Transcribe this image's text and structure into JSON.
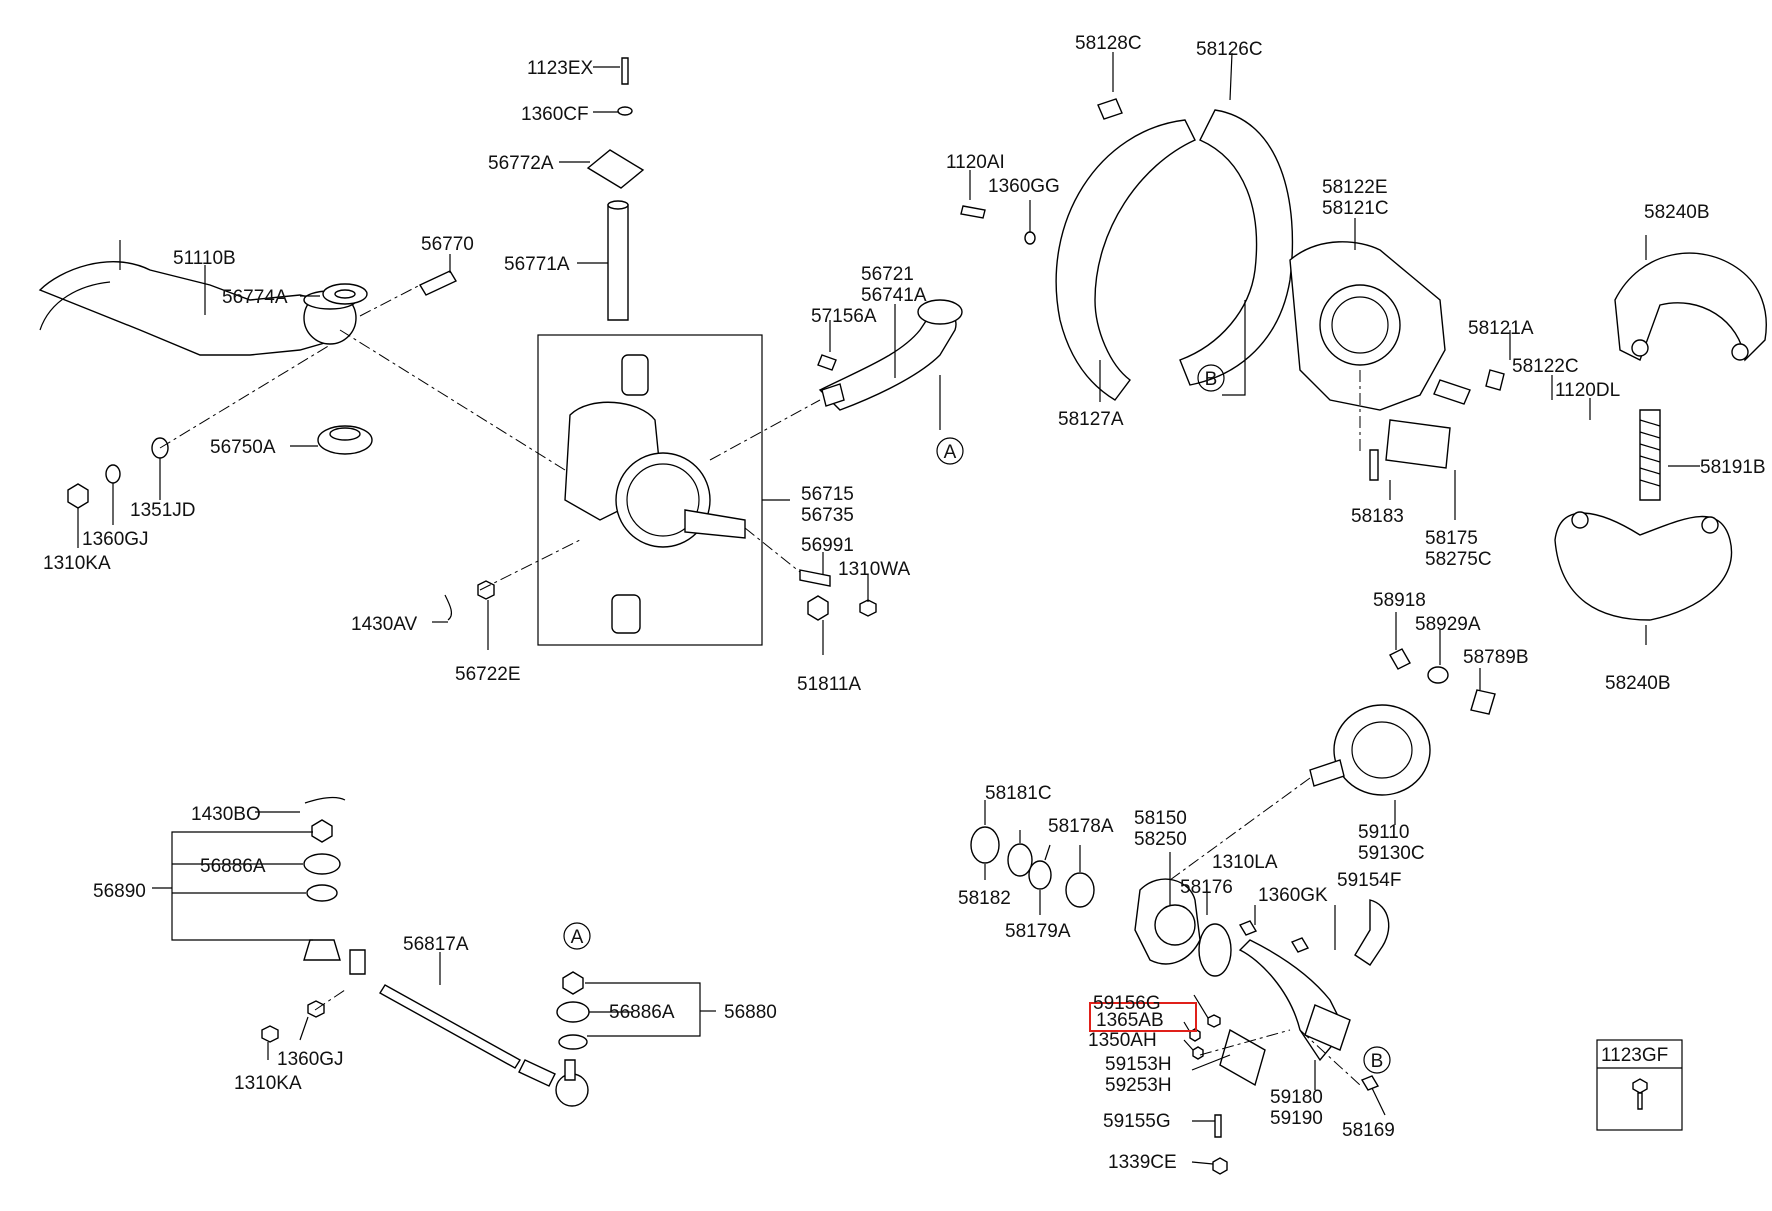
{
  "diagram": {
    "highlight_color": "#e0201a",
    "labels": {
      "l_1123EX": "1123EX",
      "l_1360CF": "1360CF",
      "l_56772A": "56772A",
      "l_56771A": "56771A",
      "l_56770": "56770",
      "l_51110B": "51110B",
      "l_56774A": "56774A",
      "l_56750A": "56750A",
      "l_1351JD": "1351JD",
      "l_1360GJ_top": "1360GJ",
      "l_1310KA_top": "1310KA",
      "l_56721": "56721",
      "l_56741A": "56741A",
      "l_57156A": "57156A",
      "l_56715": "56715",
      "l_56735": "56735",
      "l_56991": "56991",
      "l_1310WA": "1310WA",
      "l_1430AV": "1430AV",
      "l_56722E": "56722E",
      "l_51811A": "51811A",
      "l_1430BO": "1430BO",
      "l_56886A_left": "56886A",
      "l_56890": "56890",
      "l_56817A": "56817A",
      "l_56886A_right": "56886A",
      "l_56880": "56880",
      "l_1360GJ_bot": "1360GJ",
      "l_1310KA_bot": "1310KA",
      "l_58128C": "58128C",
      "l_58126C": "58126C",
      "l_1120AI": "1120AI",
      "l_1360GG": "1360GG",
      "l_58127A": "58127A",
      "l_58122E": "58122E",
      "l_58121C": "58121C",
      "l_58121A": "58121A",
      "l_58122C": "58122C",
      "l_1120DL": "1120DL",
      "l_58183": "58183",
      "l_58175": "58175",
      "l_58275C": "58275C",
      "l_58240B_top": "58240B",
      "l_58191B": "58191B",
      "l_58240B_bot": "58240B",
      "l_58918": "58918",
      "l_58929A": "58929A",
      "l_58789B": "58789B",
      "l_59110": "59110",
      "l_59130C": "59130C",
      "l_58181C": "58181C",
      "l_58178A": "58178A",
      "l_58150": "58150",
      "l_58250": "58250",
      "l_58182": "58182",
      "l_58179A": "58179A",
      "l_1310LA": "1310LA",
      "l_58176": "58176",
      "l_1360GK": "1360GK",
      "l_59154F": "59154F",
      "l_59156G": "59156G",
      "l_1365AB": "1365AB",
      "l_1350AH": "1350AH",
      "l_59153H": "59153H",
      "l_59253H": "59253H",
      "l_59155G": "59155G",
      "l_1339CE": "1339CE",
      "l_59180": "59180",
      "l_59190": "59190",
      "l_58169": "58169",
      "l_1123GF": "1123GF"
    },
    "ref_markers": {
      "a_top": "A",
      "a_bottom": "A",
      "b_top": "B",
      "b_bottom": "B"
    }
  }
}
